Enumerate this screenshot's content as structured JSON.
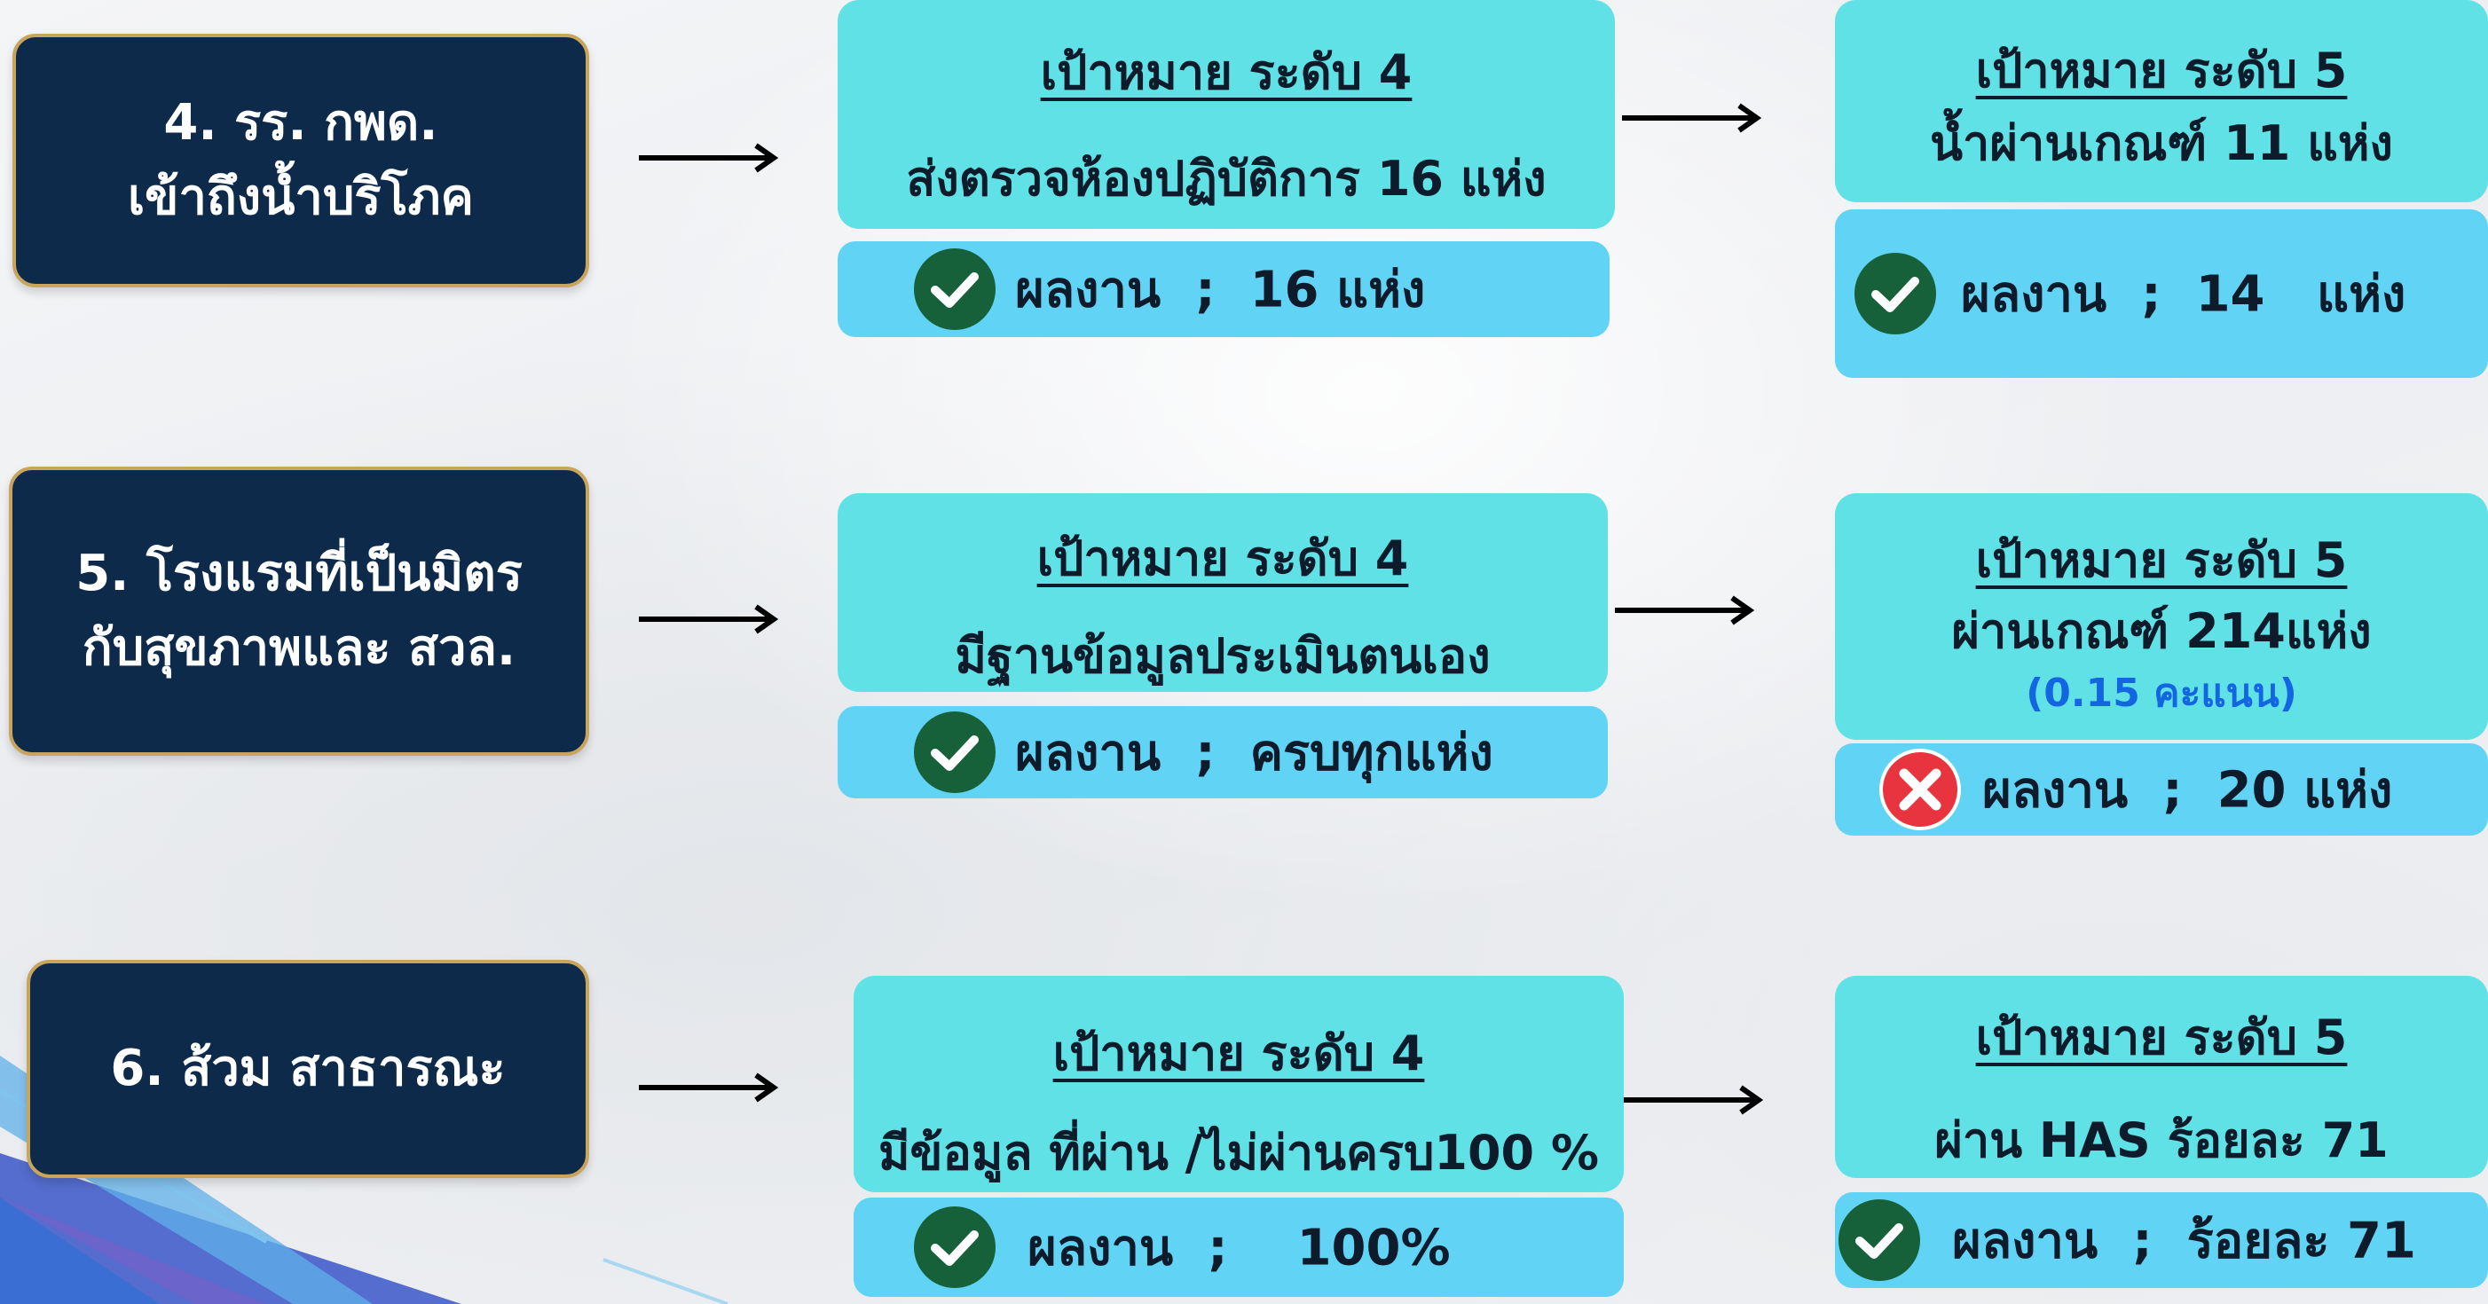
{
  "colors": {
    "label_bg": "#0d2a4a",
    "label_border": "#c9a45c",
    "target_bg": "#5fe1e6",
    "result_bg": "#61d3f4",
    "check_green": "#17613a",
    "cross_red": "#e8343e",
    "note_blue": "#1466e0"
  },
  "rows": [
    {
      "label_lines": [
        "4. รร. กพด.",
        "เข้าถึงน้ำบริโภค"
      ],
      "level4": {
        "title": "เป้าหมาย ระดับ 4",
        "desc": "ส่งตรวจห้องปฏิบัติการ 16 แห่ง",
        "result": "ผลงาน  ;  16 แห่ง",
        "status": "check-icon"
      },
      "level5": {
        "title": "เป้าหมาย ระดับ 5",
        "desc": "น้ำผ่านเกณฑ์  11 แห่ง",
        "result": "ผลงาน  ;  14   แห่ง",
        "status": "check-icon"
      }
    },
    {
      "label_lines": [
        "5. โรงแรมที่เป็นมิตร",
        "กับสุขภาพและ สวล."
      ],
      "level4": {
        "title": "เป้าหมาย ระดับ 4",
        "desc": "มีฐานข้อมูลประเมินตนเอง",
        "result": "ผลงาน  ;  ครบทุกแห่ง",
        "status": "check-icon"
      },
      "level5": {
        "title": "เป้าหมาย ระดับ 5",
        "desc": "ผ่านเกณฑ์ 214แห่ง",
        "note": "(0.15 คะแนน)",
        "result": "ผลงาน  ;  20 แห่ง",
        "status": "cross-icon"
      }
    },
    {
      "label_lines": [
        "6. ส้วม สาธารณะ"
      ],
      "level4": {
        "title": "เป้าหมาย ระดับ 4",
        "desc": "มีข้อมูล ที่ผ่าน /ไม่ผ่านครบ100 %",
        "result": "ผลงาน  ;    100%",
        "status": "check-icon"
      },
      "level5": {
        "title": "เป้าหมาย ระดับ 5",
        "desc": "ผ่าน HAS  ร้อยละ 71",
        "result": "ผลงาน  ;  ร้อยละ 71",
        "status": "check-icon"
      }
    }
  ]
}
